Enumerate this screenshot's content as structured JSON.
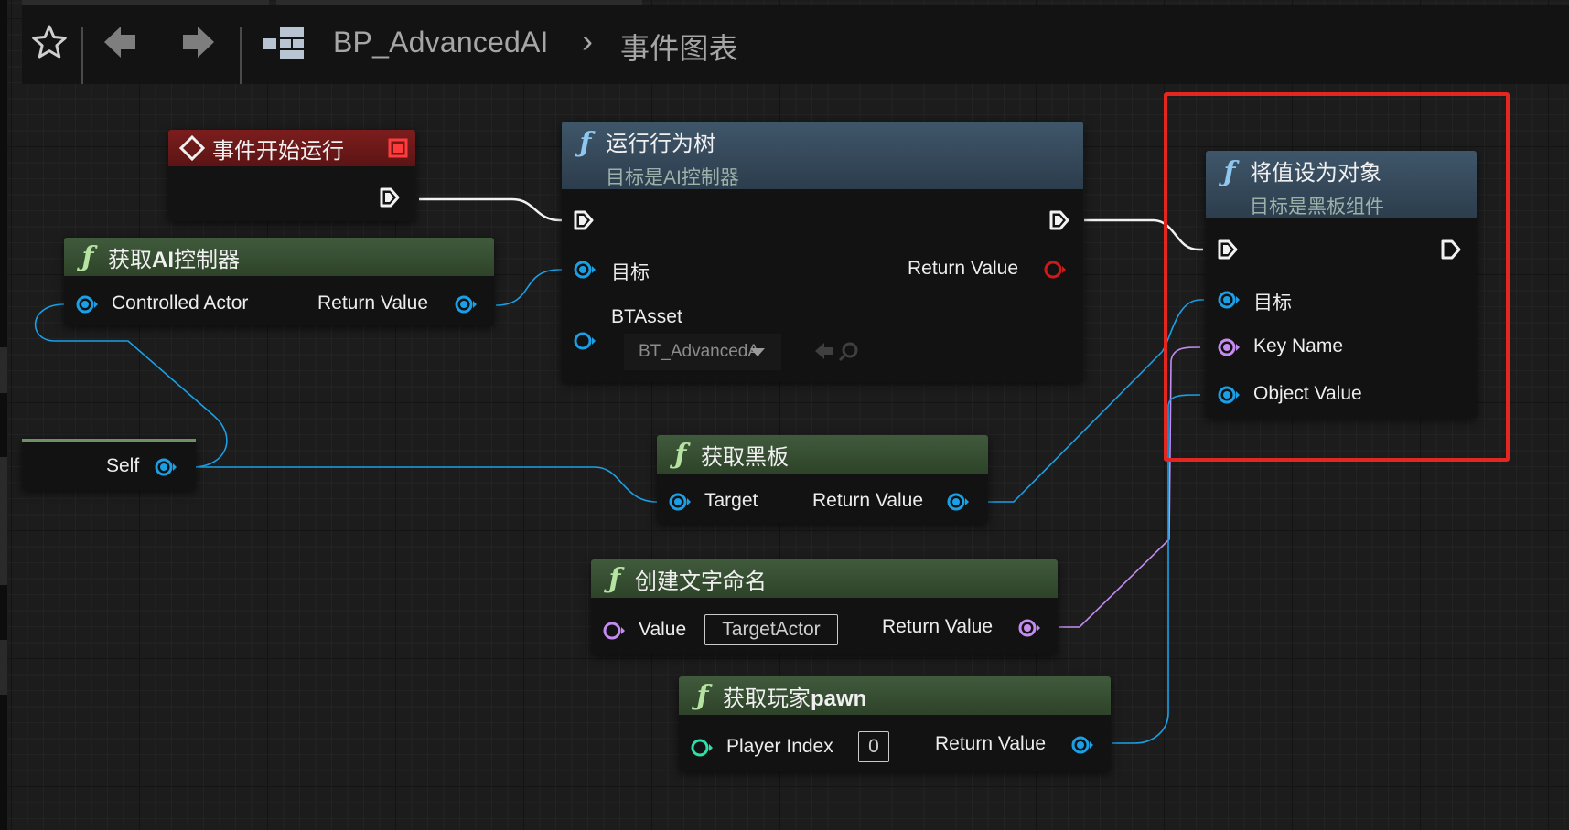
{
  "breadcrumb": {
    "blueprint": "BP_AdvancedAI",
    "separator": "›",
    "graph": "事件图表"
  },
  "toolbar": {
    "icons": [
      "star-icon",
      "back-arrow-icon",
      "forward-arrow-icon",
      "graph-hierarchy-icon"
    ]
  },
  "nodes": {
    "event_begin_play": {
      "title": "事件开始运行"
    },
    "get_ai_controller": {
      "title_prefix": "获取",
      "title_bold": "AI",
      "title_suffix": "控制器",
      "in_pin": "Controlled Actor",
      "out_pin": "Return Value"
    },
    "self_node": {
      "out_pin": "Self"
    },
    "run_behavior_tree": {
      "title": "运行行为树",
      "subtitle": "目标是AI控制器",
      "target_pin": "目标",
      "return_pin": "Return Value",
      "btasset_pin": "BTAsset",
      "btasset_value": "BT_AdvancedA"
    },
    "get_blackboard": {
      "title": "获取黑板",
      "in_pin": "Target",
      "out_pin": "Return Value"
    },
    "make_literal_name": {
      "title": "创建文字命名",
      "in_pin": "Value",
      "in_value": "TargetActor",
      "out_pin": "Return Value"
    },
    "get_player_pawn": {
      "title_prefix": "获取玩家",
      "title_bold": "pawn",
      "in_pin": "Player Index",
      "in_value": "0",
      "out_pin": "Return Value"
    },
    "set_value_as_object": {
      "title": "将值设为对象",
      "subtitle": "目标是黑板组件",
      "target_pin": "目标",
      "key_pin": "Key Name",
      "object_pin": "Object Value"
    }
  },
  "colors": {
    "object_pin": "#1aa0e6",
    "name_pin": "#c58bf0",
    "int_pin": "#2ee0a8",
    "return_pin_unconnected": "#d01a1a",
    "highlight_box": "#e32620",
    "function_header": "#3b5337",
    "target_function_header": "#3c5264",
    "event_header": "#6f1b1b"
  }
}
